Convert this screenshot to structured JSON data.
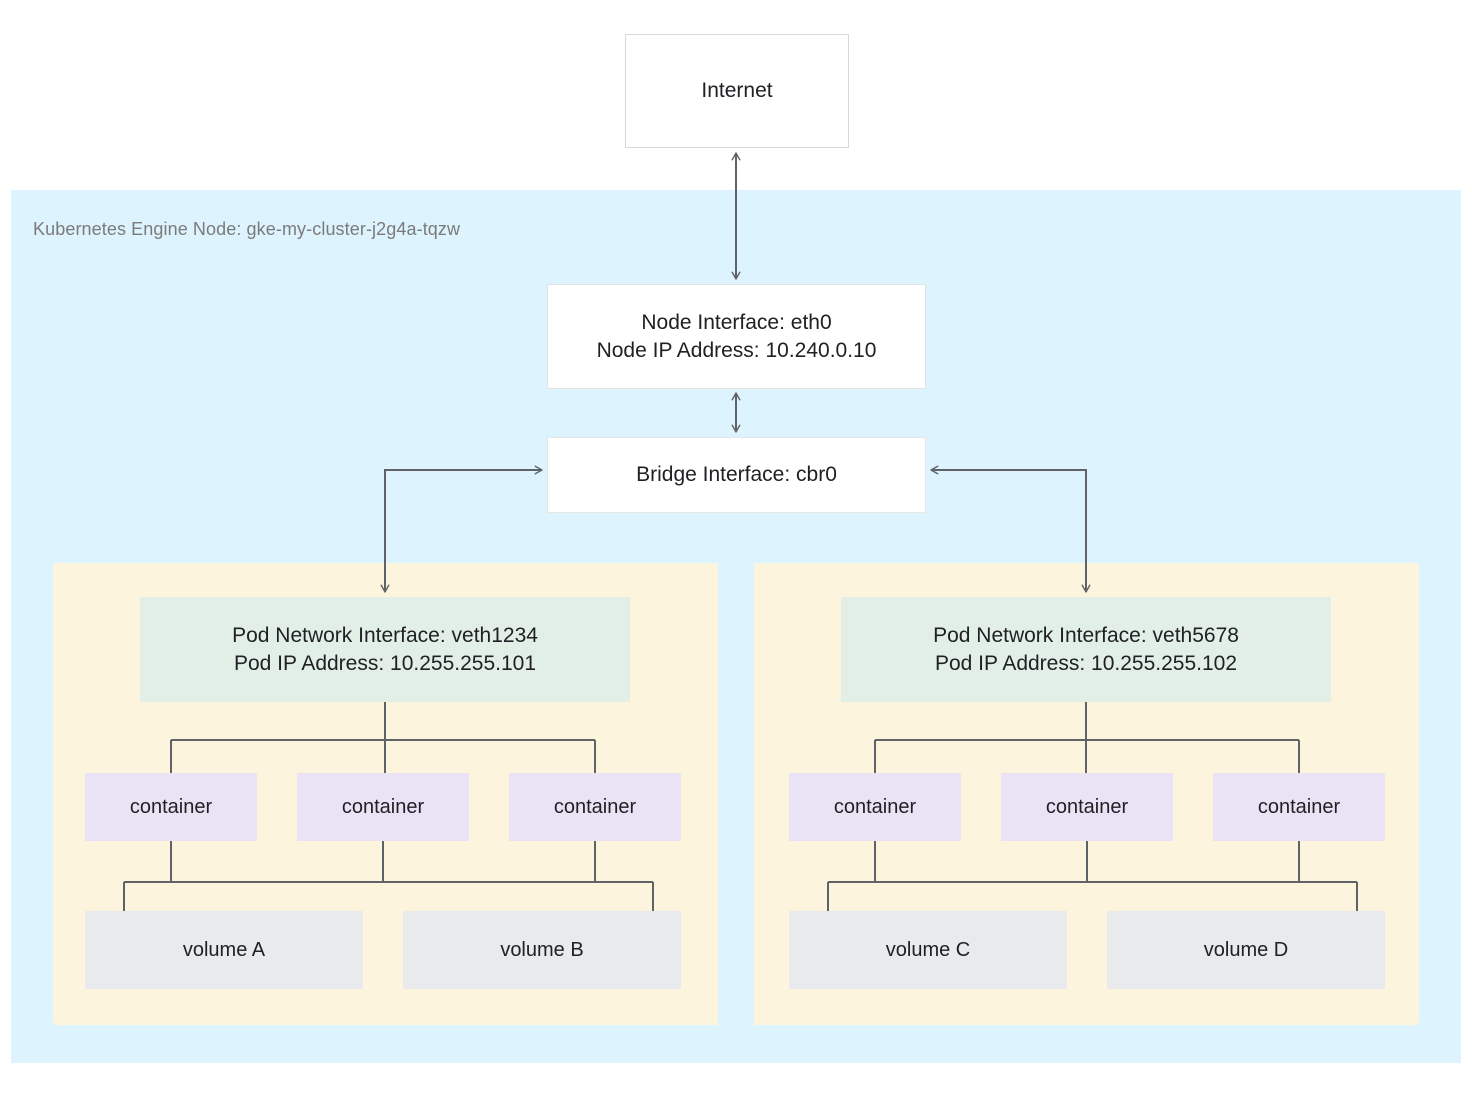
{
  "diagram": {
    "title": "Kubernetes Engine Node networking diagram",
    "colors": {
      "node_region_bg": "#ddf3fd",
      "pod_region_bg": "#fcf4dd",
      "pod_interface_bg": "#e2efe7",
      "container_bg": "#e9e3f5",
      "volume_bg": "#e8eaed",
      "box_bg": "#ffffff",
      "connector": "#5f6368",
      "text": "#202124",
      "muted_text": "#7b7b7b"
    }
  },
  "internet": {
    "label": "Internet"
  },
  "node": {
    "region_label": "Kubernetes Engine Node: gke-my-cluster-j2g4a-tqzw",
    "interface": {
      "line1": "Node Interface: eth0",
      "line2": "Node IP Address: 10.240.0.10"
    },
    "bridge": {
      "label": "Bridge Interface: cbr0"
    }
  },
  "pods": [
    {
      "interface_line1": "Pod Network Interface: veth1234",
      "interface_line2": "Pod IP Address: 10.255.255.101",
      "containers": [
        {
          "label": "container"
        },
        {
          "label": "container"
        },
        {
          "label": "container"
        }
      ],
      "volumes": [
        {
          "label": "volume A"
        },
        {
          "label": "volume B"
        }
      ]
    },
    {
      "interface_line1": "Pod Network Interface: veth5678",
      "interface_line2": "Pod IP Address: 10.255.255.102",
      "containers": [
        {
          "label": "container"
        },
        {
          "label": "container"
        },
        {
          "label": "container"
        }
      ],
      "volumes": [
        {
          "label": "volume C"
        },
        {
          "label": "volume D"
        }
      ]
    }
  ],
  "connections": [
    {
      "from": "Internet",
      "to": "Node Interface: eth0",
      "kind": "bidirectional"
    },
    {
      "from": "Node Interface: eth0",
      "to": "Bridge Interface: cbr0",
      "kind": "bidirectional"
    },
    {
      "from": "Bridge Interface: cbr0",
      "to": "Pod Network Interface: veth1234",
      "kind": "bidirectional"
    },
    {
      "from": "Bridge Interface: cbr0",
      "to": "Pod Network Interface: veth5678",
      "kind": "bidirectional"
    },
    {
      "from": "Pod Network Interface: veth1234",
      "to": "containers",
      "kind": "tree"
    },
    {
      "from": "containers",
      "to": "volume A / volume B",
      "kind": "tree"
    },
    {
      "from": "Pod Network Interface: veth5678",
      "to": "containers",
      "kind": "tree"
    },
    {
      "from": "containers",
      "to": "volume C / volume D",
      "kind": "tree"
    }
  ]
}
